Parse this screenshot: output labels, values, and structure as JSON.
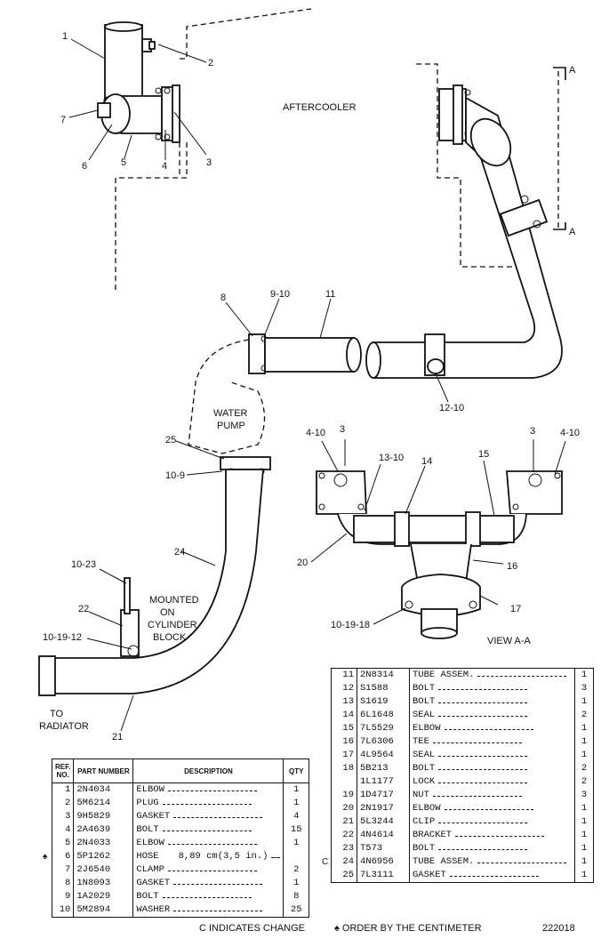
{
  "callouts": {
    "c1": "1",
    "c2": "2",
    "c3": "3",
    "c4": "4",
    "c5": "5",
    "c6": "6",
    "c7": "7",
    "c8": "8",
    "c9_10": "9-10",
    "c11": "11",
    "c12_10": "12-10",
    "c4_10_left": "4-10",
    "c3_left": "3",
    "c13_10": "13-10",
    "c14": "14",
    "c15": "15",
    "c3_right": "3",
    "c4_10_right": "4-10",
    "c20": "20",
    "c16": "16",
    "c17": "17",
    "c10_19_18": "10-19-18",
    "c25": "25",
    "c10_9": "10-9",
    "c24": "24",
    "c10_23": "10-23",
    "c22": "22",
    "c10_19_12": "10-19-12",
    "c21": "21",
    "sectionA_top": "A",
    "sectionA_bottom": "A"
  },
  "labels": {
    "aftercooler": "AFTERCOOLER",
    "water": "WATER",
    "pump": "PUMP",
    "mounted": "MOUNTED",
    "on": "ON",
    "cylinder": "CYLINDER",
    "block": "BLOCK",
    "to": "TO",
    "radiator": "RADIATOR",
    "view_aa": "VIEW A-A"
  },
  "table_left": {
    "headers": {
      "ref": "REF. NO.",
      "part": "PART NUMBER",
      "desc": "DESCRIPTION",
      "qty": "QTY"
    },
    "rows": [
      {
        "ref": "1",
        "part": "2N4034",
        "desc": "ELBOW",
        "qty": "1",
        "mark": ""
      },
      {
        "ref": "2",
        "part": "5M6214",
        "desc": "PLUG",
        "qty": "1",
        "mark": ""
      },
      {
        "ref": "3",
        "part": "9H5829",
        "desc": "GASKET",
        "qty": "4",
        "mark": ""
      },
      {
        "ref": "4",
        "part": "2A4639",
        "desc": "BOLT",
        "qty": "15",
        "mark": ""
      },
      {
        "ref": "5",
        "part": "2N4033",
        "desc": "ELBOW",
        "qty": "1",
        "mark": ""
      },
      {
        "ref": "6",
        "part": "5P1262",
        "desc": "HOSE",
        "qty": "",
        "mark": "♠",
        "note": "8,89 cm(3,5 in.)"
      },
      {
        "ref": "7",
        "part": "2J6540",
        "desc": "CLAMP",
        "qty": "2",
        "mark": ""
      },
      {
        "ref": "8",
        "part": "1N8093",
        "desc": "GASKET",
        "qty": "1",
        "mark": ""
      },
      {
        "ref": "9",
        "part": "1A2029",
        "desc": "BOLT",
        "qty": "8",
        "mark": ""
      },
      {
        "ref": "10",
        "part": "5M2894",
        "desc": "WASHER",
        "qty": "25",
        "mark": ""
      }
    ]
  },
  "table_right": {
    "rows": [
      {
        "ref": "11",
        "part": "2N8314",
        "desc": "TUBE ASSEM.",
        "qty": "1",
        "mark": ""
      },
      {
        "ref": "12",
        "part": "S1588",
        "desc": "BOLT",
        "qty": "3",
        "mark": ""
      },
      {
        "ref": "13",
        "part": "S1619",
        "desc": "BOLT",
        "qty": "1",
        "mark": ""
      },
      {
        "ref": "14",
        "part": "6L1648",
        "desc": "SEAL",
        "qty": "2",
        "mark": ""
      },
      {
        "ref": "15",
        "part": "7L5529",
        "desc": "ELBOW",
        "qty": "1",
        "mark": ""
      },
      {
        "ref": "16",
        "part": "7L6306",
        "desc": "TEE",
        "qty": "1",
        "mark": ""
      },
      {
        "ref": "17",
        "part": "4L9564",
        "desc": "SEAL",
        "qty": "1",
        "mark": ""
      },
      {
        "ref": "18",
        "part": "5B213",
        "desc": "BOLT",
        "qty": "2",
        "mark": ""
      },
      {
        "ref": "",
        "part": "1L1177",
        "desc": "LOCK",
        "qty": "2",
        "mark": ""
      },
      {
        "ref": "19",
        "part": "1D4717",
        "desc": "NUT",
        "qty": "3",
        "mark": ""
      },
      {
        "ref": "20",
        "part": "2N1917",
        "desc": "ELBOW",
        "qty": "1",
        "mark": ""
      },
      {
        "ref": "21",
        "part": "5L3244",
        "desc": "CLIP",
        "qty": "1",
        "mark": ""
      },
      {
        "ref": "22",
        "part": "4N4614",
        "desc": "BRACKET",
        "qty": "1",
        "mark": ""
      },
      {
        "ref": "23",
        "part": "T573",
        "desc": "BOLT",
        "qty": "1",
        "mark": ""
      },
      {
        "ref": "24",
        "part": "4N6956",
        "desc": "TUBE ASSEM.",
        "qty": "1",
        "mark": "C"
      },
      {
        "ref": "25",
        "part": "7L3111",
        "desc": "GASKET",
        "qty": "1",
        "mark": ""
      }
    ]
  },
  "footer": {
    "change_note": "C  INDICATES CHANGE",
    "order_note": "♠ ORDER BY THE CENTIMETER",
    "drawing_number": "222018"
  }
}
